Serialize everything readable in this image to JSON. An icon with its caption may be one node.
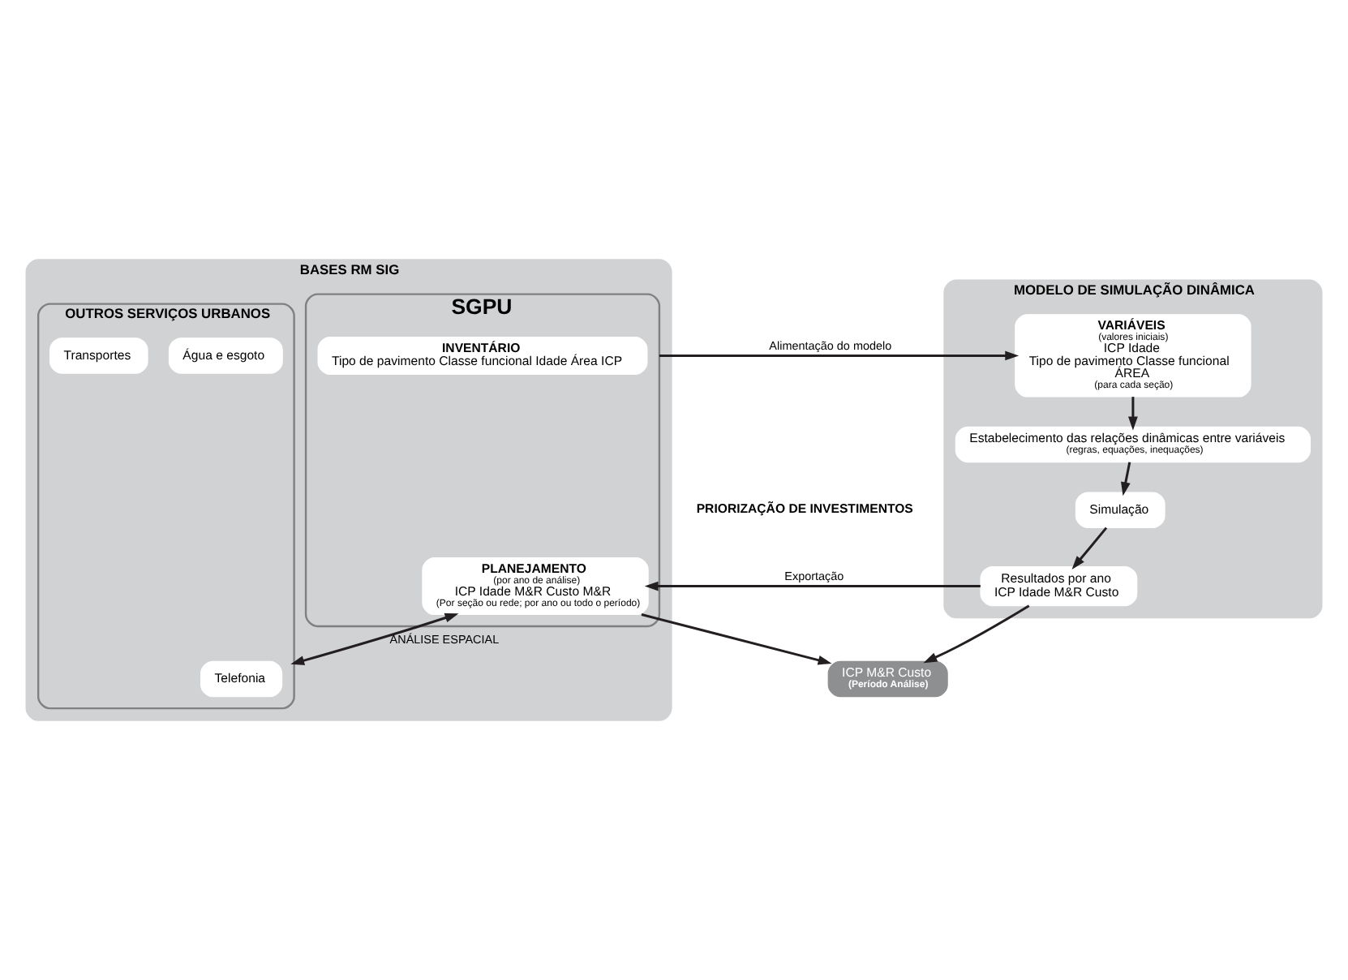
{
  "diagram": {
    "nodes": [
      {
        "text": [
          "BASES RM SIG"
        ]
      },
      {
        "text": [
          "SGPU"
        ],
        "in": 0
      },
      {
        "text": [
          "INVENTÁRIO",
          "Tipo de pavimento Classe funcional Idade Área ICP"
        ],
        "in": 1
      },
      {
        "text": [
          "PLANEJAMENTO",
          "(por ano de análise)",
          "ICP Idade M&R Custo M&R",
          "(Por seção ou rede; por ano ou todo o período)"
        ],
        "in": 1
      },
      {
        "text": [
          "OUTROS SERVIÇOS URBANOS"
        ],
        "in": 0
      },
      {
        "text": [
          "Telefonia"
        ],
        "in": 4
      },
      {
        "text": [
          "Água e esgoto"
        ],
        "in": 4
      },
      {
        "text": [
          "Transportes"
        ],
        "in": 4
      },
      {
        "text": [
          "ICP M&R Custo",
          "(Período Análise)"
        ]
      },
      {
        "text": [
          "MODELO DE SIMULAÇÃO DINÂMICA"
        ]
      },
      {
        "text": [
          "VARIÁVEIS",
          "(valores iniciais)",
          "ICP Idade",
          "Tipo de pavimento Classe funcional",
          "ÁREA",
          "(para cada seção)"
        ],
        "in": 9
      },
      {
        "text": [
          "Estabelecimento das relações dinâmicas entre variáveis",
          "(regras, equações, inequações)"
        ],
        "in": 9
      },
      {
        "text": [
          "Simulação"
        ],
        "in": 9
      },
      {
        "text": [
          "Resultados por ano",
          "ICP Idade M&R Custo"
        ],
        "in": 9
      }
    ],
    "edges": [
      {
        "from": 1,
        "to": 10,
        "arrow": "to",
        "label": "Alimentação do modelo"
      },
      {
        "from": 10,
        "to": 11,
        "arrow": "to"
      },
      {
        "from": 11,
        "to": 12,
        "arrow": "to"
      },
      {
        "from": 12,
        "to": 13,
        "arrow": "to"
      },
      {
        "from": 13,
        "to": 3,
        "arrow": "to",
        "label": "Exportação"
      },
      {
        "from": 3,
        "to": 8,
        "arrow": "to"
      },
      {
        "from": 13,
        "to": 8,
        "arrow": "to"
      },
      {
        "from": 3,
        "to": 4,
        "arrow": "both",
        "label": "ANÁLISE ESPACIAL"
      }
    ],
    "labels": [
      "PRIORIZAÇÃO DE INVESTIMENTOS"
    ]
  }
}
